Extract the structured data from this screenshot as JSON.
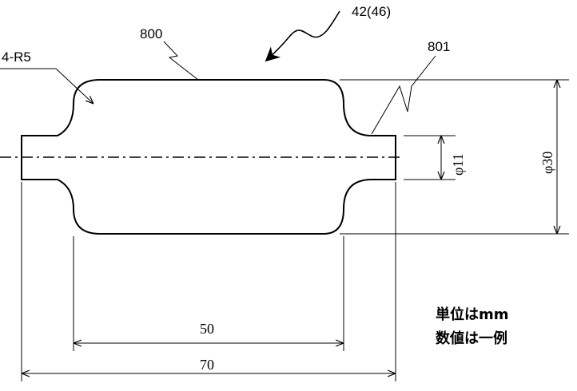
{
  "labels": {
    "assembly_ref": "42(46)",
    "part_800": "800",
    "part_801": "801",
    "radius": "4-R5"
  },
  "dimensions": {
    "dia_large": "φ30",
    "dia_small": "φ11",
    "length_inner": "50",
    "length_total": "70"
  },
  "notes": {
    "unit": "単位はmm",
    "example": "数値は一例"
  }
}
